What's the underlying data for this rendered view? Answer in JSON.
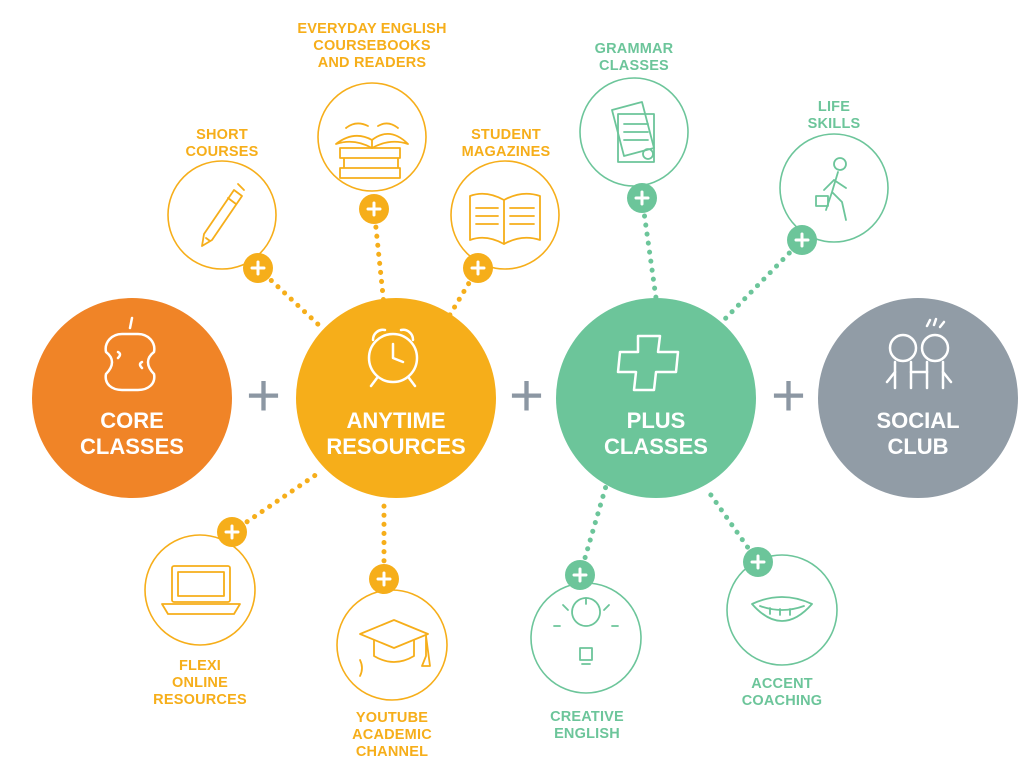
{
  "hubs": {
    "core": {
      "label": "CORE\nCLASSES",
      "color": "#F08427"
    },
    "anytime": {
      "label": "ANYTIME\nRESOURCES",
      "color": "#F6AE1A"
    },
    "plus": {
      "label": "PLUS\nCLASSES",
      "color": "#6CC59A"
    },
    "social": {
      "label": "SOCIAL\nCLUB",
      "color": "#919CA6"
    }
  },
  "connector_symbol": "+",
  "satellites": {
    "short_courses": "SHORT\nCOURSES",
    "everyday_english": "EVERYDAY ENGLISH\nCOURSEBOOKS\nAND READERS",
    "student_magazines": "STUDENT\nMAGAZINES",
    "flexi_online": "FLEXI\nONLINE\nRESOURCES",
    "youtube_channel": "YOUTUBE\nACADEMIC\nCHANNEL",
    "grammar_classes": "GRAMMAR\nCLASSES",
    "life_skills": "LIFE\nSKILLS",
    "creative_english": "CREATIVE\nENGLISH",
    "accent_coaching": "ACCENT\nCOACHING"
  },
  "icons": {
    "core": "apple-core-icon",
    "anytime": "alarm-clock-icon",
    "plus": "plus-cross-icon",
    "social": "people-icon",
    "short_courses": "pen-icon",
    "everyday_english": "books-icon",
    "student_magazines": "open-magazine-icon",
    "flexi_online": "laptop-icon",
    "youtube_channel": "graduation-cap-icon",
    "grammar_classes": "documents-icon",
    "life_skills": "walking-person-icon",
    "creative_english": "lightbulb-icon",
    "accent_coaching": "smiling-mouth-icon"
  }
}
